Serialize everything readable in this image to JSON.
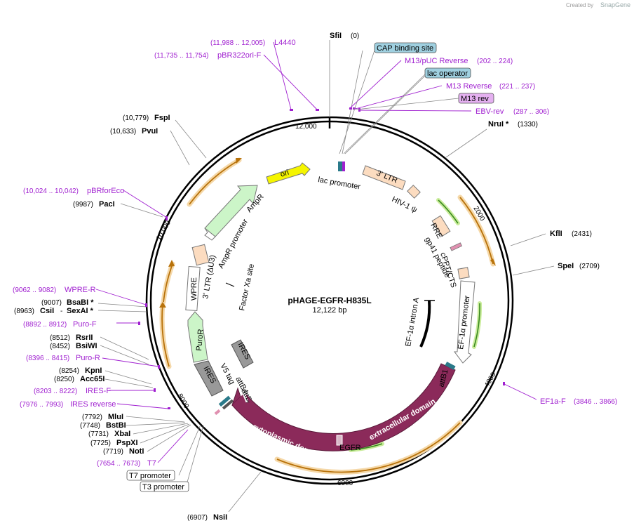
{
  "credit": {
    "prefix": "Created by",
    "brand": "SnapGene"
  },
  "plasmid": {
    "name": "pHAGE-EGFR-H835L",
    "size": "12,122 bp"
  },
  "ticks": [
    "12,000",
    "2000",
    "4000",
    "6000",
    "8000",
    "10,000"
  ],
  "sites_right": [
    {
      "name": "SfiI",
      "pos": "(0)"
    },
    {
      "name": "NruI *",
      "pos": "(1330)"
    },
    {
      "name": "KflI",
      "pos": "(2431)"
    },
    {
      "name": "SpeI",
      "pos": "(2709)"
    }
  ],
  "sites_left": [
    {
      "name": "FspI",
      "pos": "(10,779)"
    },
    {
      "name": "PvuI",
      "pos": "(10,633)"
    },
    {
      "name": "PacI",
      "pos": "(9987)"
    },
    {
      "name": "BsaBI *",
      "pos": "(9007)"
    },
    {
      "name": "CsiI",
      "pos": "(8963)"
    },
    {
      "name": "SexAI *",
      "pos": ""
    },
    {
      "name": "RsrII",
      "pos": "(8512)"
    },
    {
      "name": "BsiWI",
      "pos": "(8452)"
    },
    {
      "name": "KpnI",
      "pos": "(8254)"
    },
    {
      "name": "Acc65I",
      "pos": "(8250)"
    },
    {
      "name": "MluI",
      "pos": "(7792)"
    },
    {
      "name": "BstBI",
      "pos": "(7748)"
    },
    {
      "name": "XbaI",
      "pos": "(7731)"
    },
    {
      "name": "PspXI",
      "pos": "(7725)"
    },
    {
      "name": "NotI",
      "pos": "(7719)"
    },
    {
      "name": "NsiI",
      "pos": "(6907)"
    }
  ],
  "primers_left": [
    {
      "name": "L4440",
      "range": "(11,988 .. 12,005)"
    },
    {
      "name": "pBR322ori-F",
      "range": "(11,735 .. 11,754)"
    },
    {
      "name": "pBRforEco",
      "range": "(10,024 .. 10,042)"
    },
    {
      "name": "WPRE-R",
      "range": "(9062 .. 9082)"
    },
    {
      "name": "Puro-F",
      "range": "(8892 .. 8912)"
    },
    {
      "name": "Puro-R",
      "range": "(8396 .. 8415)"
    },
    {
      "name": "IRES-F",
      "range": "(8203 .. 8222)"
    },
    {
      "name": "IRES reverse",
      "range": "(7976 .. 7993)"
    },
    {
      "name": "T7",
      "range": "(7654 .. 7673)"
    }
  ],
  "primers_right": [
    {
      "name": "M13/pUC Reverse",
      "range": "(202 .. 224)"
    },
    {
      "name": "M13 Reverse",
      "range": "(221 .. 237)"
    },
    {
      "name": "EBV-rev",
      "range": "(287 .. 306)"
    },
    {
      "name": "EF1a-F",
      "range": "(3846 .. 3866)"
    }
  ],
  "boxed": {
    "cap_site": "CAP binding site",
    "lac_operator": "lac operator",
    "m13_rev": "M13 rev",
    "t7_promoter": "T7 promoter",
    "t3_promoter": "T3 promoter"
  },
  "features": {
    "ori": "ori",
    "ampr": "AmpR",
    "ampr_promoter": "AmpR promoter",
    "ltr3": "3' LTR",
    "ltr3_du3": "3' LTR (ΔU3)",
    "lac_promoter": "lac promoter",
    "hiv_psi": "HIV-1 ψ",
    "rre": "RRE",
    "gp41": "gp41 peptide",
    "cppt": "cPPT/CTS",
    "ef1a_promoter": "EF-1α promoter",
    "ef1a_intron": "EF-1α intron A",
    "attb1": "attB1",
    "egfr": "EGFR",
    "cytoplasmic": "cytoplasmic domain",
    "extracellular": "extracellular domain",
    "factor_xa": "Factor Xa site",
    "wpre": "WPRE",
    "puror": "PuroR",
    "ires_inner": "IRES",
    "ires_outer": "IRES",
    "v5_tag": "V5 tag",
    "attb4": "attB4",
    "attb2": "attB2"
  },
  "colors": {
    "primer": "#a020d0",
    "orf_arrow": "#e8a13a",
    "egfr": "#8b2a5a",
    "ori": "#f5f500",
    "ampr": "#ccf5c8",
    "ltr": "#fcdcc0",
    "misc_box": "#9fd0e0"
  }
}
